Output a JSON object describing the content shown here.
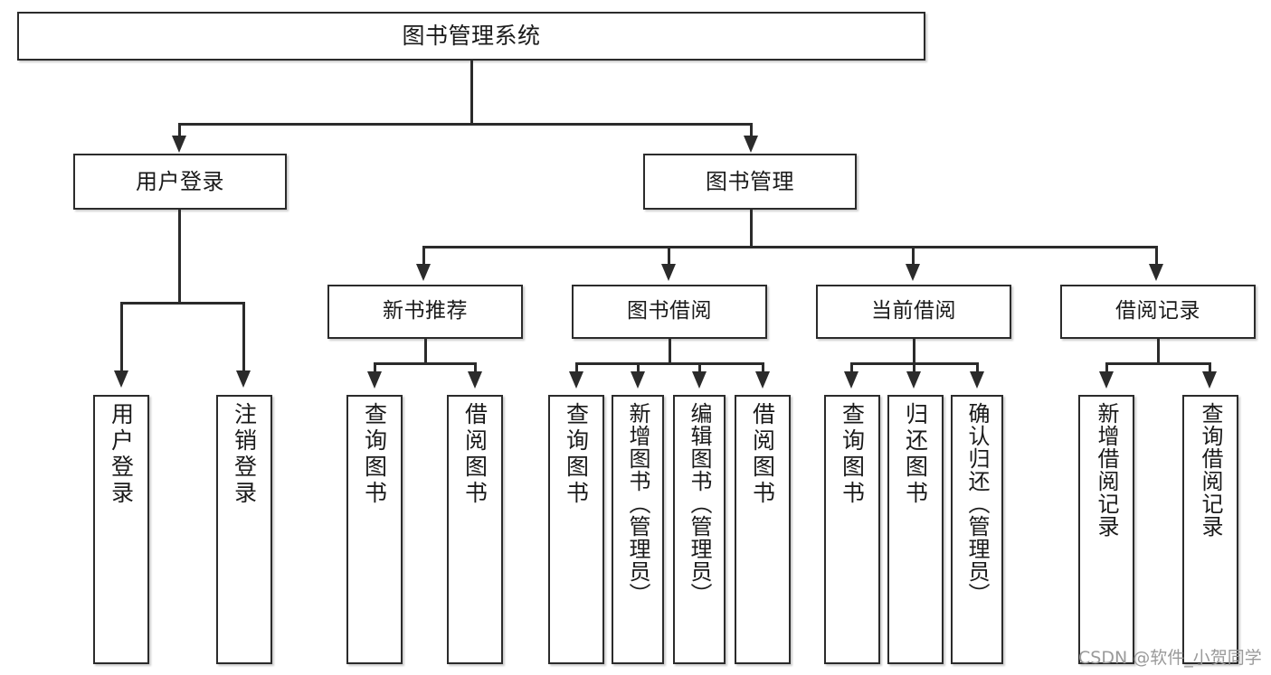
{
  "diagram": {
    "title": "图书管理系统",
    "type": "tree-hierarchy-chart",
    "root": {
      "label": "图书管理系统"
    },
    "level2": [
      {
        "label": "用户登录"
      },
      {
        "label": "图书管理"
      }
    ],
    "level3": [
      {
        "label": "新书推荐"
      },
      {
        "label": "图书借阅"
      },
      {
        "label": "当前借阅"
      },
      {
        "label": "借阅记录"
      }
    ],
    "leaves": {
      "user_login": [
        {
          "label": "用户登录"
        },
        {
          "label": "注销登录"
        }
      ],
      "new_book_recommend": [
        {
          "label": "查询图书"
        },
        {
          "label": "借阅图书"
        }
      ],
      "book_borrow": [
        {
          "label": "查询图书"
        },
        {
          "label": "新增图书（管理员）"
        },
        {
          "label": "编辑图书（管理员）"
        },
        {
          "label": "借阅图书"
        }
      ],
      "current_borrow": [
        {
          "label": "查询图书"
        },
        {
          "label": "归还图书"
        },
        {
          "label": "确认归还（管理员）"
        }
      ],
      "borrow_record": [
        {
          "label": "新增借阅记录"
        },
        {
          "label": "查询借阅记录"
        }
      ]
    }
  },
  "watermark": {
    "text": "CSDN @软件_小贺同学"
  },
  "colors": {
    "stroke": "#2b2b2b",
    "fill": "#ffffff",
    "text": "#1a1a1a",
    "watermark": "#9a9a9a"
  }
}
